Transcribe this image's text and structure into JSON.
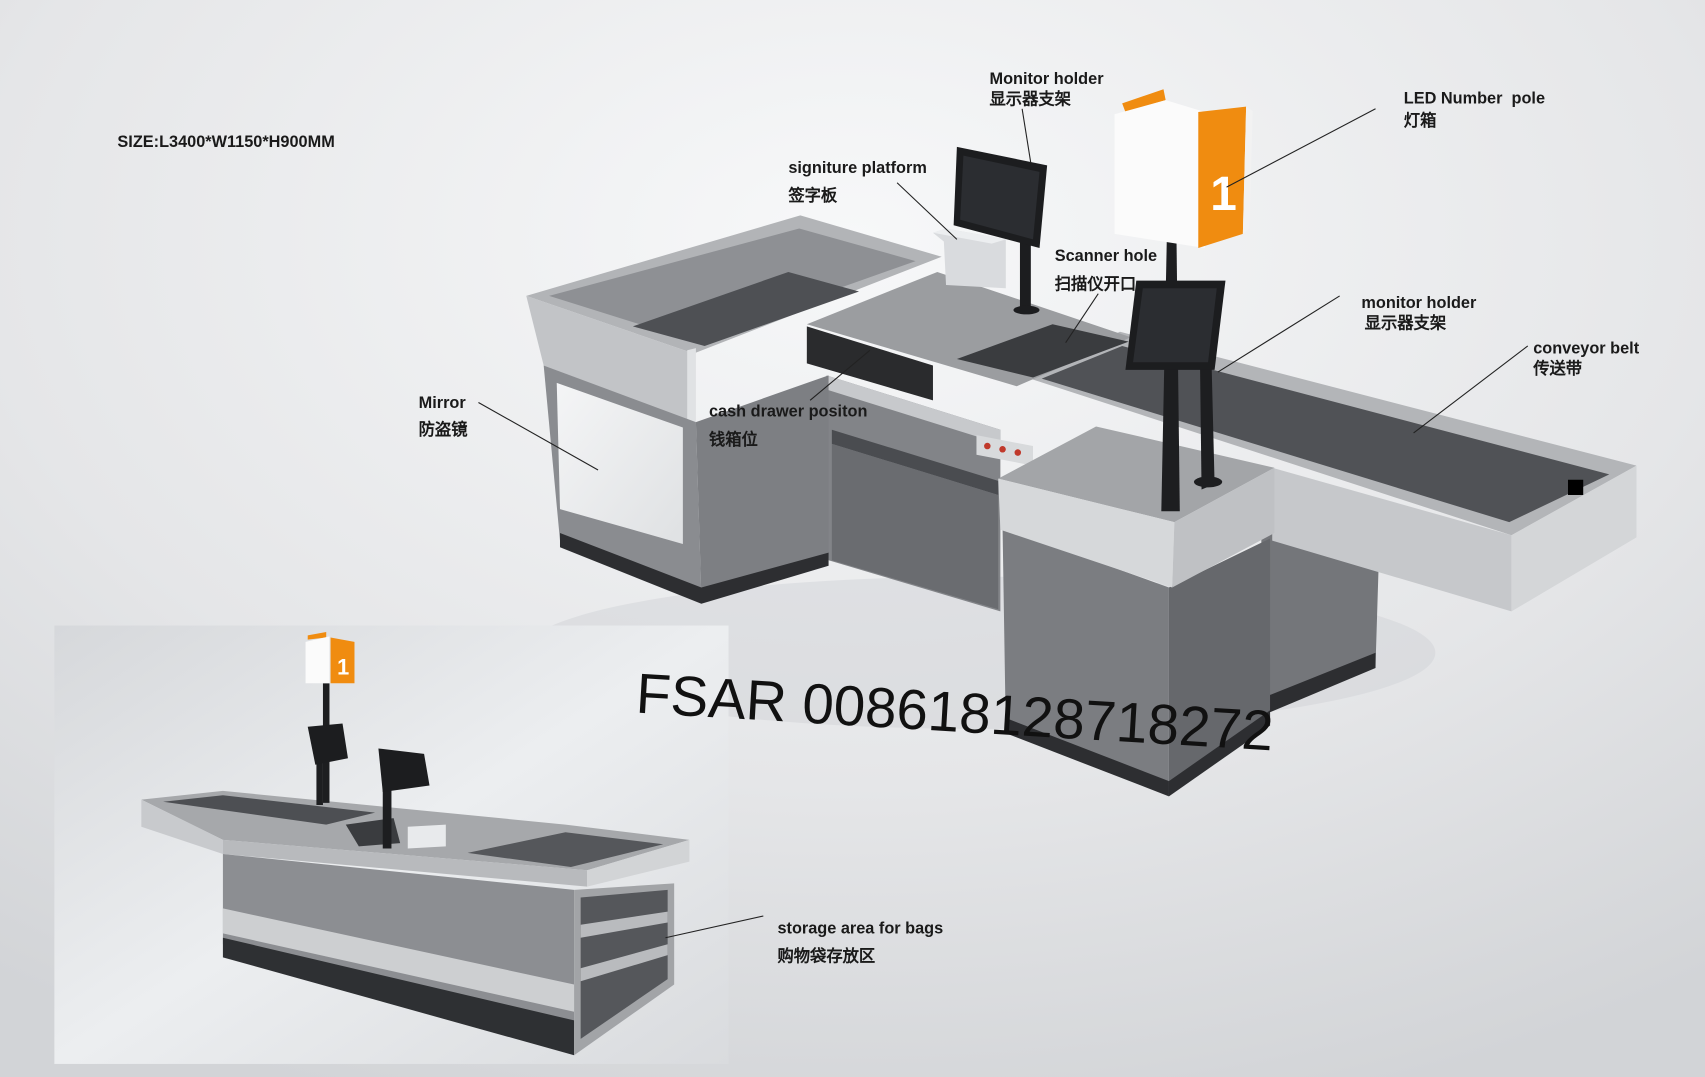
{
  "diagram": {
    "size_spec": "SIZE:L3400*W1150*H900MM",
    "led_number": "1",
    "watermark": "FSAR 008618128718272"
  },
  "callouts": {
    "monitor_holder_top": {
      "en": "Monitor holder",
      "zh": "显示器支架"
    },
    "led_pole": {
      "en": "LED Number  pole",
      "zh": "灯箱"
    },
    "signature_platform": {
      "en": "signiture platform",
      "zh": "签字板"
    },
    "scanner_hole": {
      "en": "Scanner hole",
      "zh": "扫描仪开口"
    },
    "monitor_holder_right": {
      "en": "monitor holder",
      "zh": "显示器支架"
    },
    "conveyor_belt": {
      "en": "conveyor belt",
      "zh": "传送带"
    },
    "mirror": {
      "en": "Mirror",
      "zh": "防盗镜"
    },
    "cash_drawer": {
      "en": "cash drawer positon",
      "zh": "钱箱位"
    },
    "storage_area": {
      "en": "storage area for bags",
      "zh": "购物袋存放区"
    }
  },
  "colors": {
    "background": "#e6e7e9",
    "accent_orange": "#f08c10",
    "label_text": "#1a1a1a",
    "counter_steel": "#b2b4b7",
    "belt_dark": "#4e5054"
  }
}
